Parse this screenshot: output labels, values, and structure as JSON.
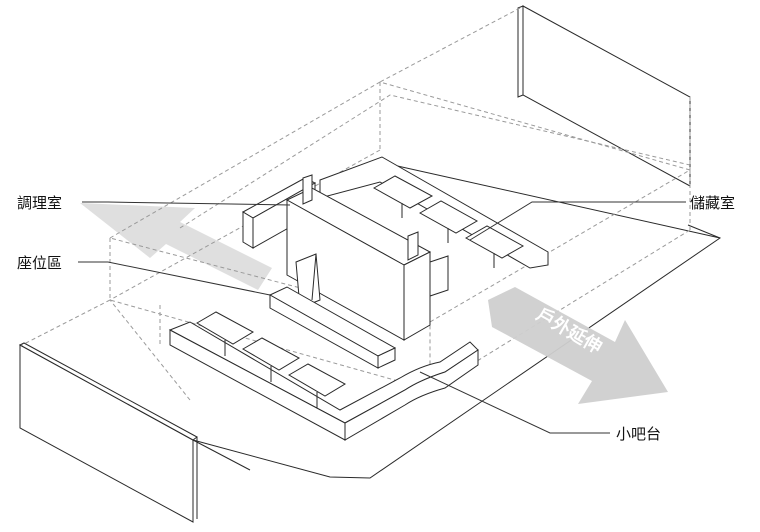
{
  "labels": {
    "kitchen": "調理室",
    "seating": "座位區",
    "storage": "儲藏室",
    "bar": "小吧台",
    "outdoor": "戶外延伸"
  },
  "colors": {
    "line": "#2a2a2a",
    "dashed": "#9a9a9a",
    "arrow": "#d9d9d9",
    "leader": "#333333"
  }
}
